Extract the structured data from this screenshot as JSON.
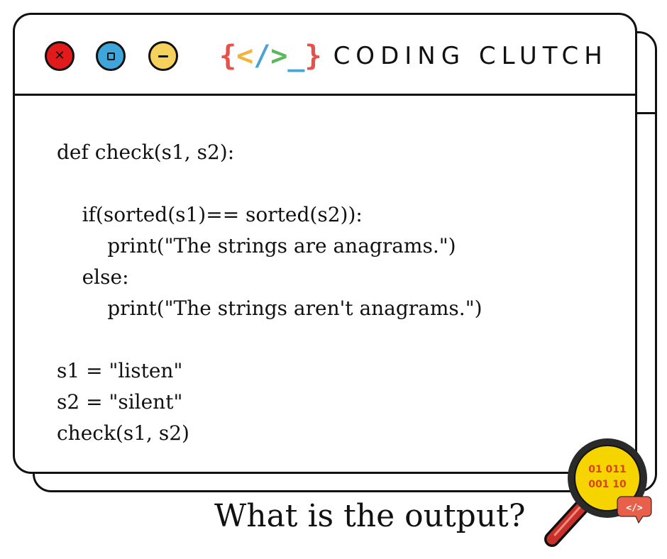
{
  "brand": {
    "logo_mark": [
      "{",
      "<",
      "/",
      ">",
      "_",
      "}"
    ],
    "name": "CODING CLUTCH"
  },
  "window_controls": {
    "close_glyph": "✕",
    "colors": {
      "close": "#e11b1b",
      "maximize": "#3fa6dc",
      "minimize": "#f6d15c"
    }
  },
  "code": {
    "lines": [
      "def check(s1, s2):",
      "",
      "    if(sorted(s1)== sorted(s2)):",
      "        print(\"The strings are anagrams.\")",
      "    else:",
      "        print(\"The strings aren't anagrams.\")",
      "",
      "s1 = \"listen\"",
      "s2 = \"silent\"",
      "check(s1, s2)"
    ]
  },
  "question": "What is the output?",
  "magnifier": {
    "binary_line1": "01 011",
    "binary_line2": "001 10",
    "badge": "</>",
    "lens_color": "#f5d400",
    "handle_color": "#c8312a",
    "badge_color": "#e8604a"
  }
}
